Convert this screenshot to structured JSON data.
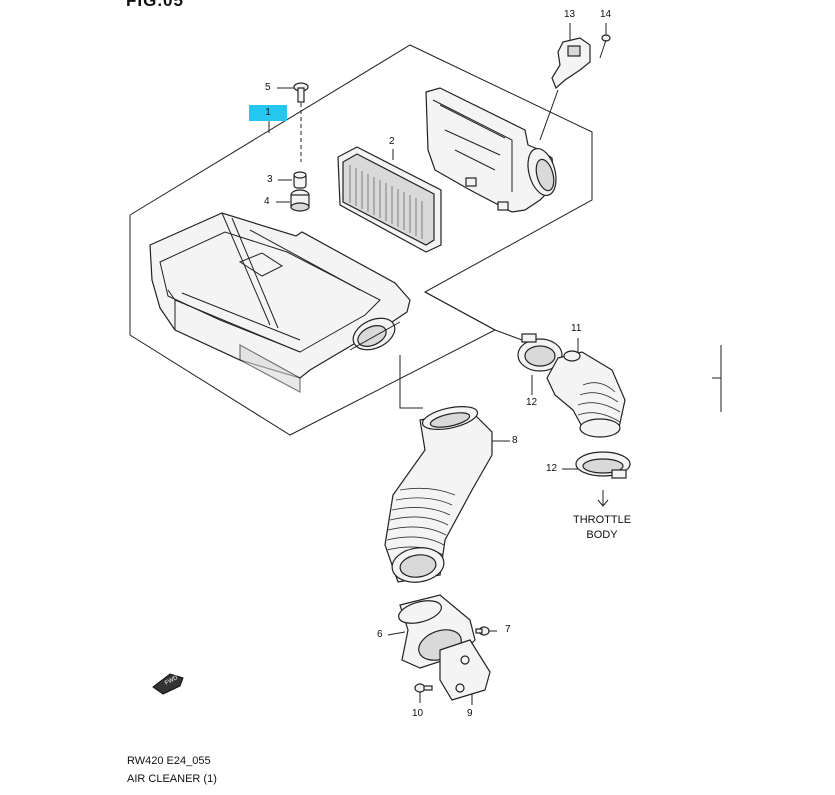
{
  "figure": {
    "title": "FIG.05",
    "code": "RW420 E24_055",
    "name": "AIR CLEANER (1)"
  },
  "callouts": [
    {
      "id": "1",
      "label": "1",
      "highlight": "#25c6f0"
    },
    {
      "id": "2",
      "label": "2"
    },
    {
      "id": "3",
      "label": "3"
    },
    {
      "id": "4",
      "label": "4"
    },
    {
      "id": "5",
      "label": "5"
    },
    {
      "id": "6",
      "label": "6"
    },
    {
      "id": "7",
      "label": "7"
    },
    {
      "id": "8",
      "label": "8"
    },
    {
      "id": "9",
      "label": "9"
    },
    {
      "id": "10",
      "label": "10"
    },
    {
      "id": "11",
      "label": "11"
    },
    {
      "id": "12a",
      "label": "12"
    },
    {
      "id": "12b",
      "label": "12"
    },
    {
      "id": "13",
      "label": "13"
    },
    {
      "id": "14",
      "label": "14"
    }
  ],
  "notes": {
    "throttle_line1": "THROTTLE",
    "throttle_line2": "BODY",
    "fwd": "FWD"
  }
}
